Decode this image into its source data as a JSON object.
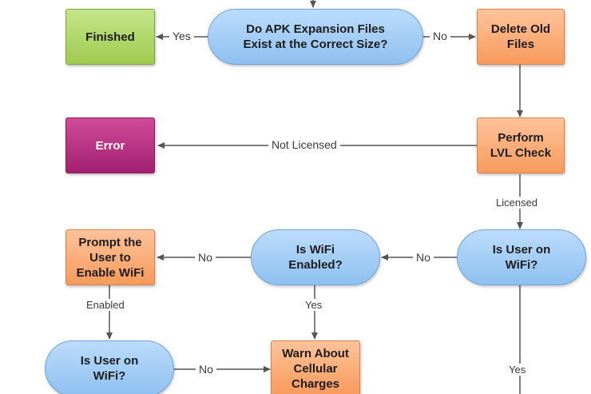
{
  "nodes": {
    "expansion_check": "Do APK Expansion Files\nExist at the Correct Size?",
    "finished": "Finished",
    "delete_old": "Delete Old\nFiles",
    "error": "Error",
    "lvl_check": "Perform\nLVL Check",
    "wifi_check_1": "Is User on\nWiFi?",
    "wifi_enabled": "Is WiFi\nEnabled?",
    "prompt_wifi": "Prompt the\nUser to\nEnable WiFi",
    "wifi_check_2": "Is User on\nWiFi?",
    "warn_cellular": "Warn About\nCellular\nCharges"
  },
  "edge_labels": {
    "yes_finished": "Yes",
    "no_delete": "No",
    "not_licensed": "Not Licensed",
    "licensed": "Licensed",
    "no_wifi_1": "No",
    "no_wifi_enabled": "No",
    "enabled": "Enabled",
    "yes_wifi_enabled": "Yes",
    "no_wifi_2": "No",
    "yes_wifi_1": "Yes"
  },
  "colors": {
    "decision": "#a9d0f7",
    "action": "#f9a66c",
    "success": "#b2d86c",
    "error": "#b8307f",
    "connector": "#555555"
  }
}
